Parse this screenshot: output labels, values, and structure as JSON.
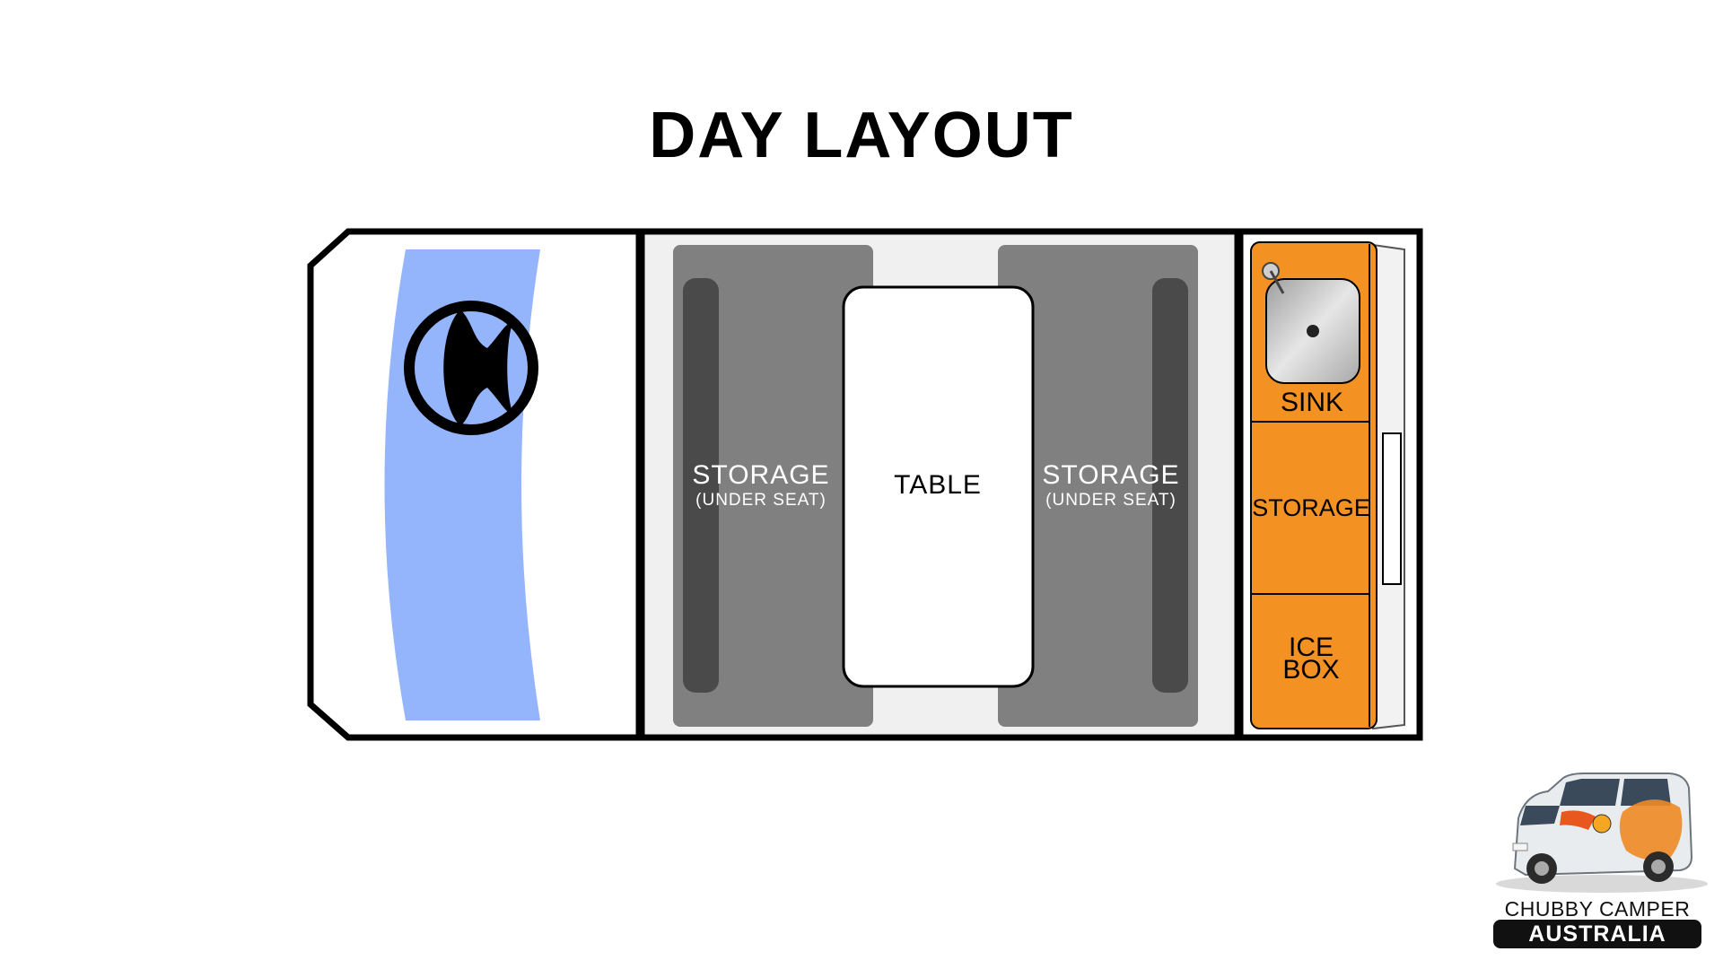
{
  "title": "DAY LAYOUT",
  "zones": {
    "storage_left": {
      "label": "STORAGE",
      "sublabel": "(UNDER SEAT)"
    },
    "table": {
      "label": "TABLE"
    },
    "storage_right": {
      "label": "STORAGE",
      "sublabel": "(UNDER SEAT)"
    },
    "sink": {
      "label": "SINK"
    },
    "storage_kitchen": {
      "label": "STORAGE"
    },
    "ice_box": {
      "label_line1": "ICE",
      "label_line2": "BOX"
    }
  },
  "brand": {
    "name": "CHUBBY CAMPER",
    "country": "AUSTRALIA"
  },
  "colors": {
    "windshield": "#94b5fb",
    "seat_block": "#808080",
    "seat_back": "#4a4a4a",
    "kitchen": "#f39223",
    "floor": "#f0f0f0",
    "outline": "#000000"
  }
}
